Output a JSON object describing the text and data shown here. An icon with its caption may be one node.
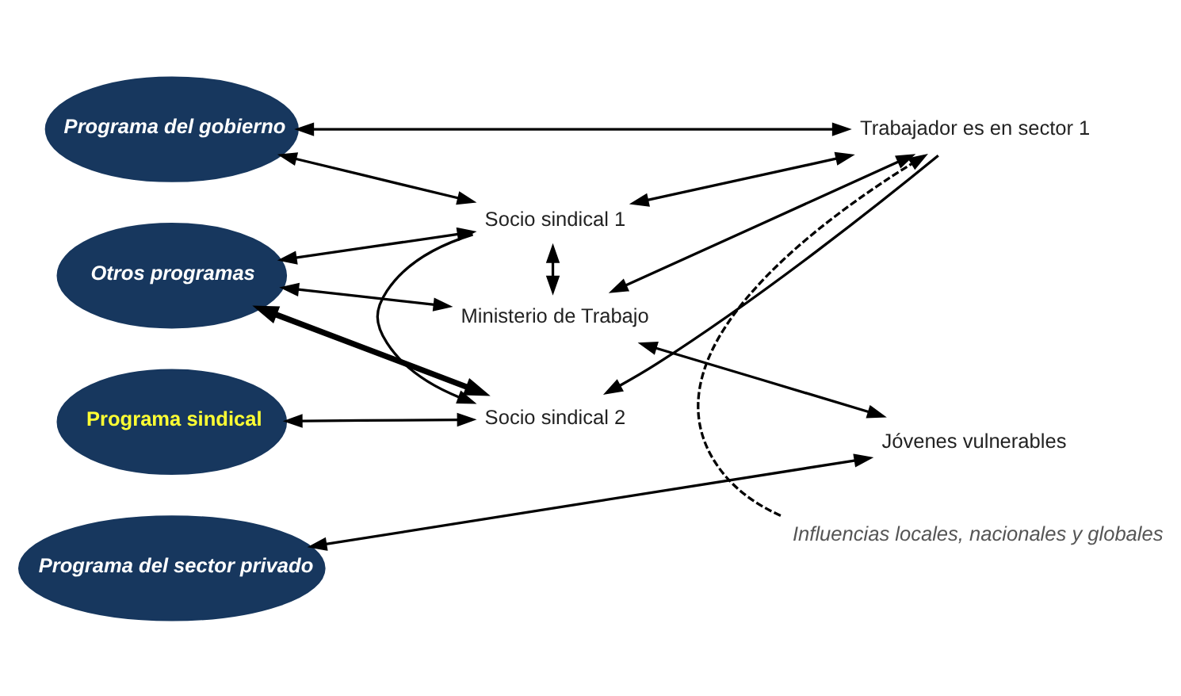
{
  "diagram": {
    "nodes": [
      {
        "text": [
          "Programa del gobierno"
        ]
      },
      {
        "text": [
          "Programa del sector privado"
        ]
      },
      {
        "text": [
          "Otros programas"
        ]
      },
      {
        "text": [
          "Programa sindical"
        ]
      },
      {
        "text": [
          "Socio sindical 1"
        ]
      },
      {
        "text": [
          "Socio sindical 2"
        ]
      },
      {
        "text": [
          "Ministerio de Trabajo"
        ]
      },
      {
        "text": [
          "Trabajador es en sector 1"
        ]
      },
      {
        "text": [
          "Jóvenes vulnerables"
        ]
      },
      {
        "text": [
          "Influencias locales, nacionales y globales"
        ]
      }
    ],
    "edges": [
      {
        "from": 0,
        "to": 7,
        "arrow": "both"
      },
      {
        "from": 0,
        "to": 4,
        "arrow": "both"
      },
      {
        "from": 2,
        "to": 4,
        "arrow": "both"
      },
      {
        "from": 1,
        "to": 8,
        "arrow": "both"
      },
      {
        "from": 7,
        "to": 4,
        "arrow": "both"
      },
      {
        "from": 7,
        "to": 5,
        "arrow": "to"
      },
      {
        "from": 7,
        "to": 6,
        "arrow": "both"
      },
      {
        "from": 6,
        "to": 8,
        "arrow": "both"
      },
      {
        "from": 4,
        "to": 6,
        "arrow": "both"
      },
      {
        "from": 4,
        "to": 5,
        "arrow": "to"
      },
      {
        "from": 2,
        "to": 5,
        "arrow": "both",
        "style": "thick"
      },
      {
        "from": 3,
        "to": 5,
        "arrow": "both"
      },
      {
        "from": 2,
        "to": 6,
        "arrow": "both"
      },
      {
        "from": 9,
        "to": 7,
        "arrow": "to",
        "style": "dashed"
      }
    ]
  }
}
